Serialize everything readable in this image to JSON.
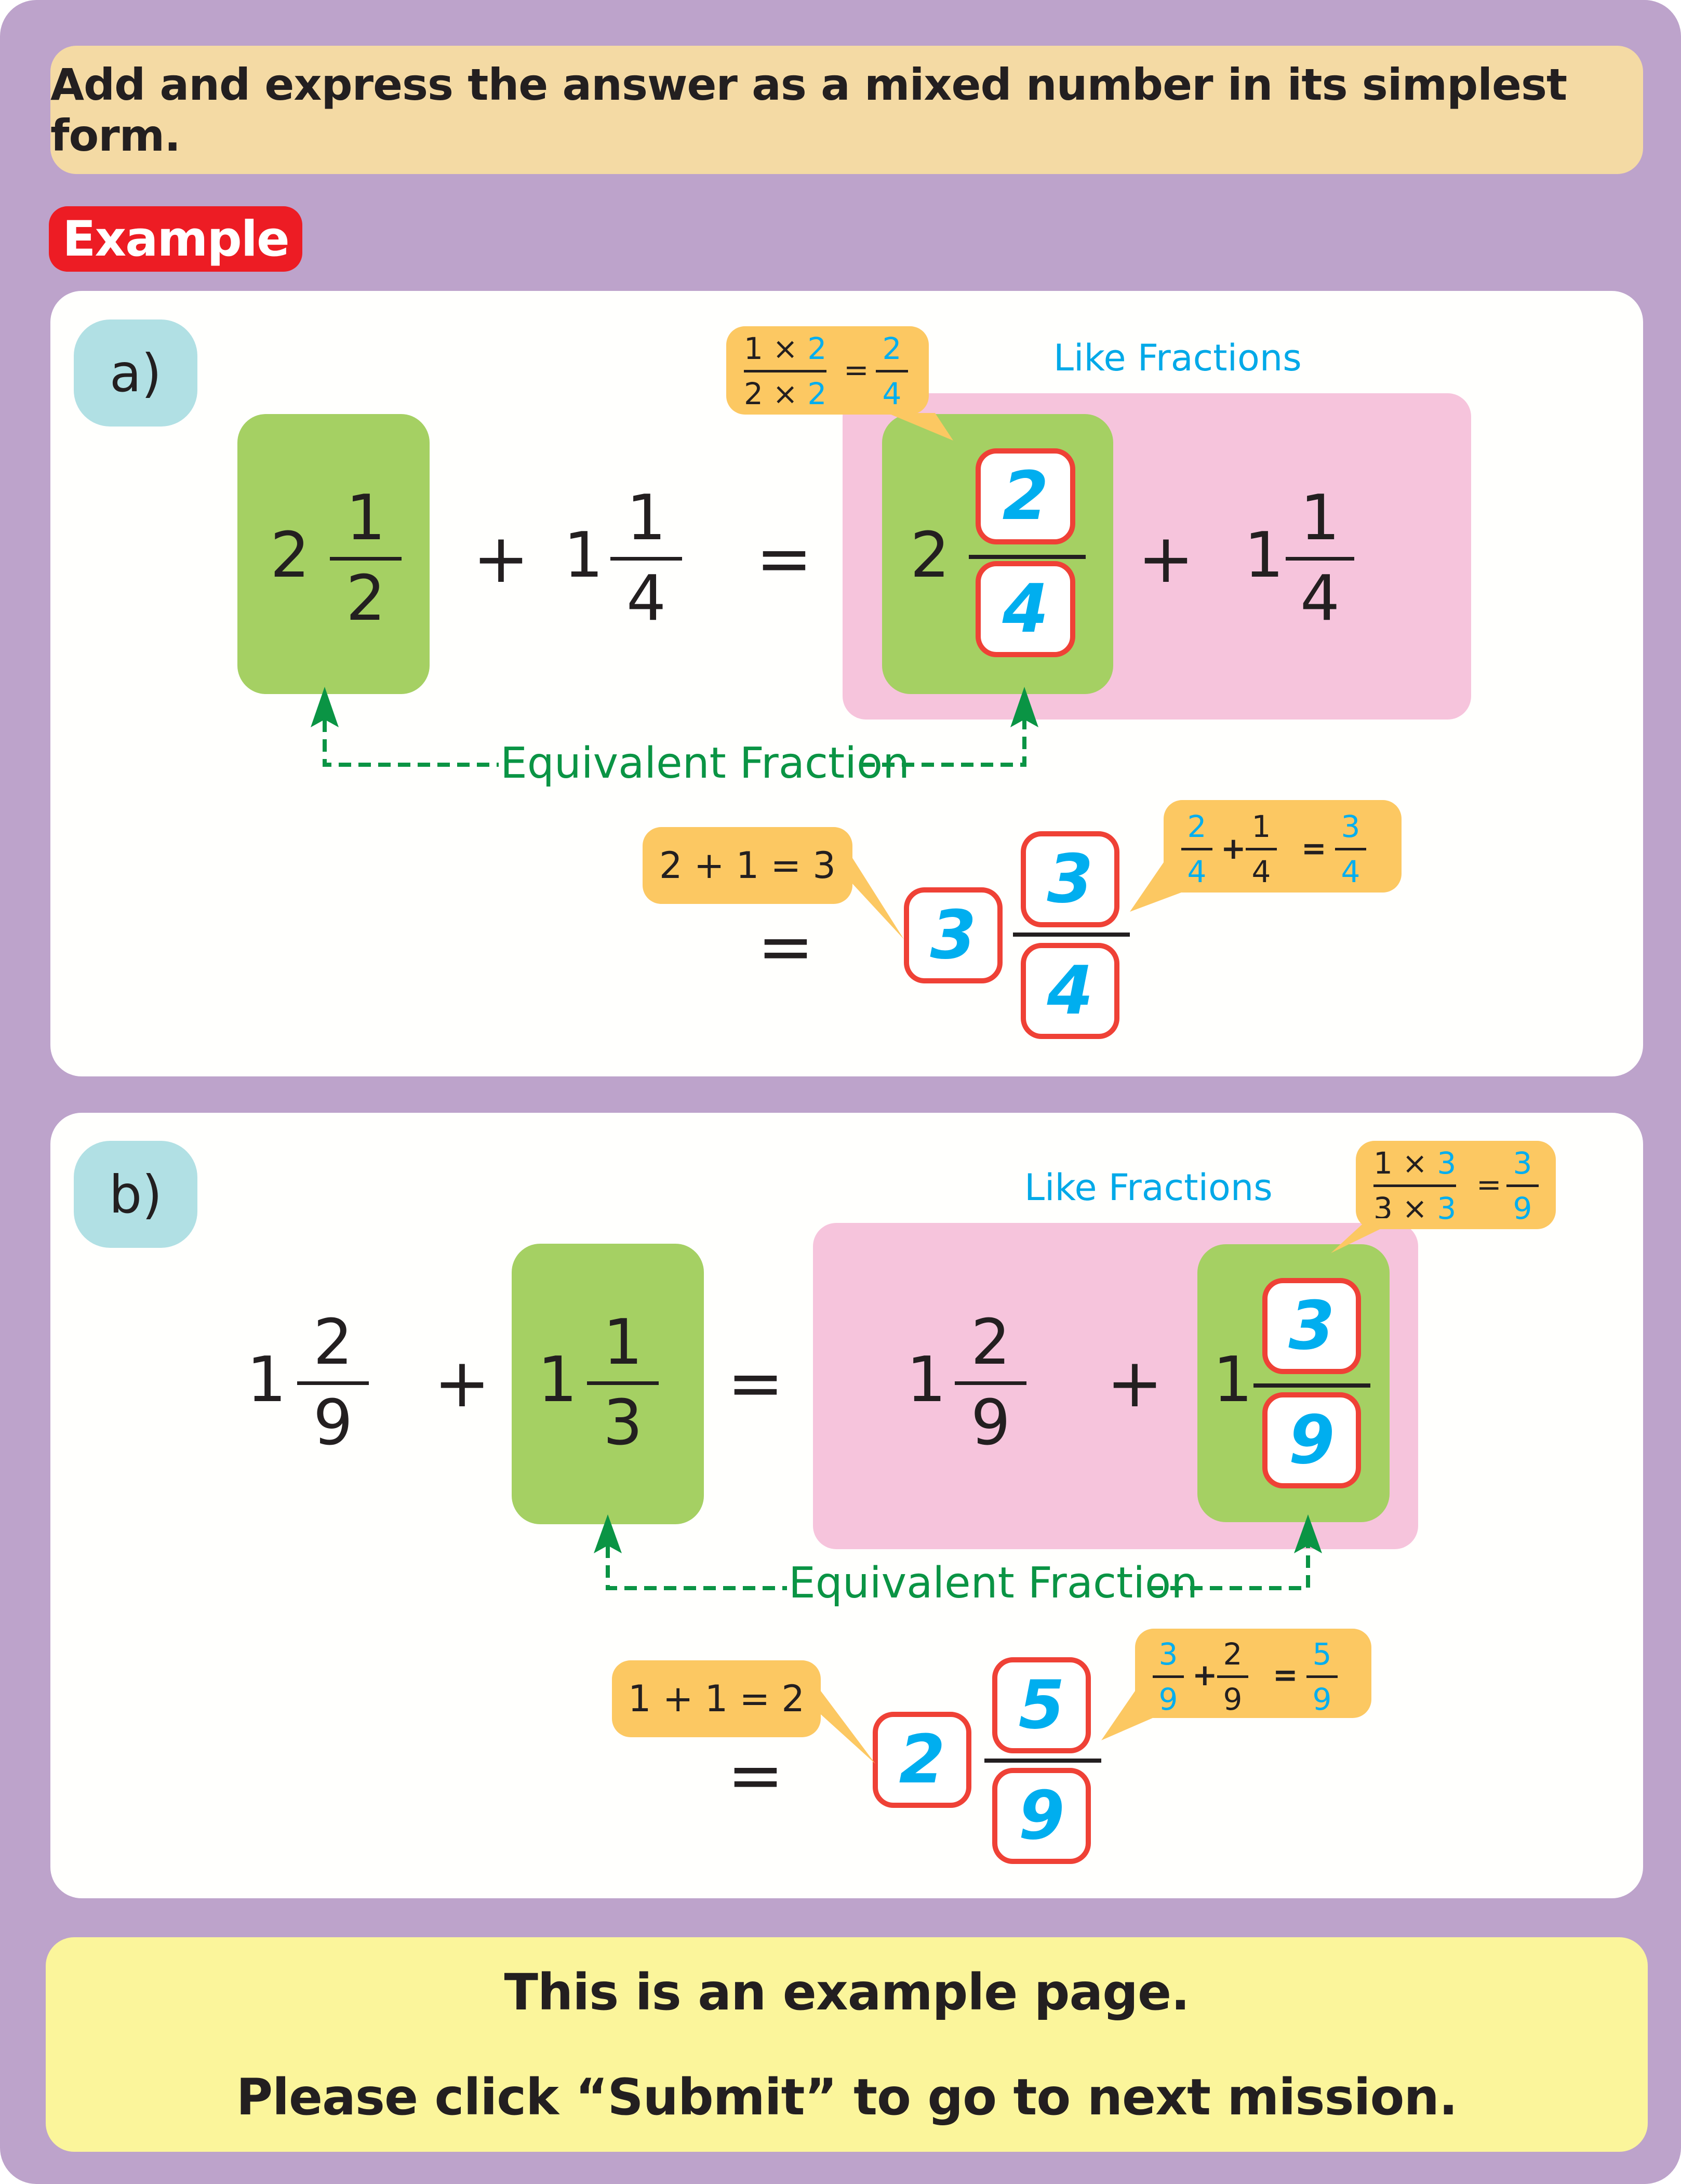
{
  "instruction": "Add and express the answer as a mixed number in its simplest form.",
  "badge": "Example",
  "colors": {
    "frame": "#bda3cb",
    "instruction_bg": "#f4daa4",
    "badge_bg": "#ed1c24",
    "label_bg": "#b1e0e4",
    "highlight_green": "#a5d063",
    "like_fractions_pink": "#f6c4dc",
    "bubble": "#fcc862",
    "answer_box_border": "#ef4136",
    "accent_blue": "#00aeef",
    "arrow_green": "#0a9444",
    "footer_bg": "#fbf59b"
  },
  "problems": [
    {
      "label": "a)",
      "term1": {
        "whole": "2",
        "num": "1",
        "den": "2"
      },
      "op": "+",
      "term2": {
        "whole": "1",
        "num": "1",
        "den": "4"
      },
      "eq": "=",
      "like_fractions_label": "Like Fractions",
      "like_term1": {
        "whole": "2",
        "num": "2",
        "den": "4"
      },
      "like_term2": {
        "whole": "1",
        "num": "1",
        "den": "4"
      },
      "equivalent_label": "Equivalent Fraction",
      "conversion_bubble": {
        "n1": "1",
        "x": "×",
        "m": "2",
        "d1": "2",
        "eq": "=",
        "rn": "2",
        "rd": "4"
      },
      "whole_bubble": "2 + 1 = 3",
      "fraction_bubble": {
        "a_num": "2",
        "a_den": "4",
        "plus": "+",
        "b_num": "1",
        "b_den": "4",
        "eq": "=",
        "r_num": "3",
        "r_den": "4"
      },
      "answer": {
        "whole": "3",
        "num": "3",
        "den": "4"
      }
    },
    {
      "label": "b)",
      "term1": {
        "whole": "1",
        "num": "2",
        "den": "9"
      },
      "op": "+",
      "term2": {
        "whole": "1",
        "num": "1",
        "den": "3"
      },
      "eq": "=",
      "like_fractions_label": "Like Fractions",
      "like_term1": {
        "whole": "1",
        "num": "2",
        "den": "9"
      },
      "like_term2": {
        "whole": "1",
        "num": "3",
        "den": "9"
      },
      "equivalent_label": "Equivalent Fraction",
      "conversion_bubble": {
        "n1": "1",
        "x": "×",
        "m": "3",
        "d1": "3",
        "eq": "=",
        "rn": "3",
        "rd": "9"
      },
      "whole_bubble": "1 + 1 = 2",
      "fraction_bubble": {
        "a_num": "3",
        "a_den": "9",
        "plus": "+",
        "b_num": "2",
        "b_den": "9",
        "eq": "=",
        "r_num": "5",
        "r_den": "9"
      },
      "answer": {
        "whole": "2",
        "num": "5",
        "den": "9"
      }
    }
  ],
  "footer": {
    "line1": "This is an example page.",
    "line2": "Please click “Submit” to go to next mission."
  }
}
